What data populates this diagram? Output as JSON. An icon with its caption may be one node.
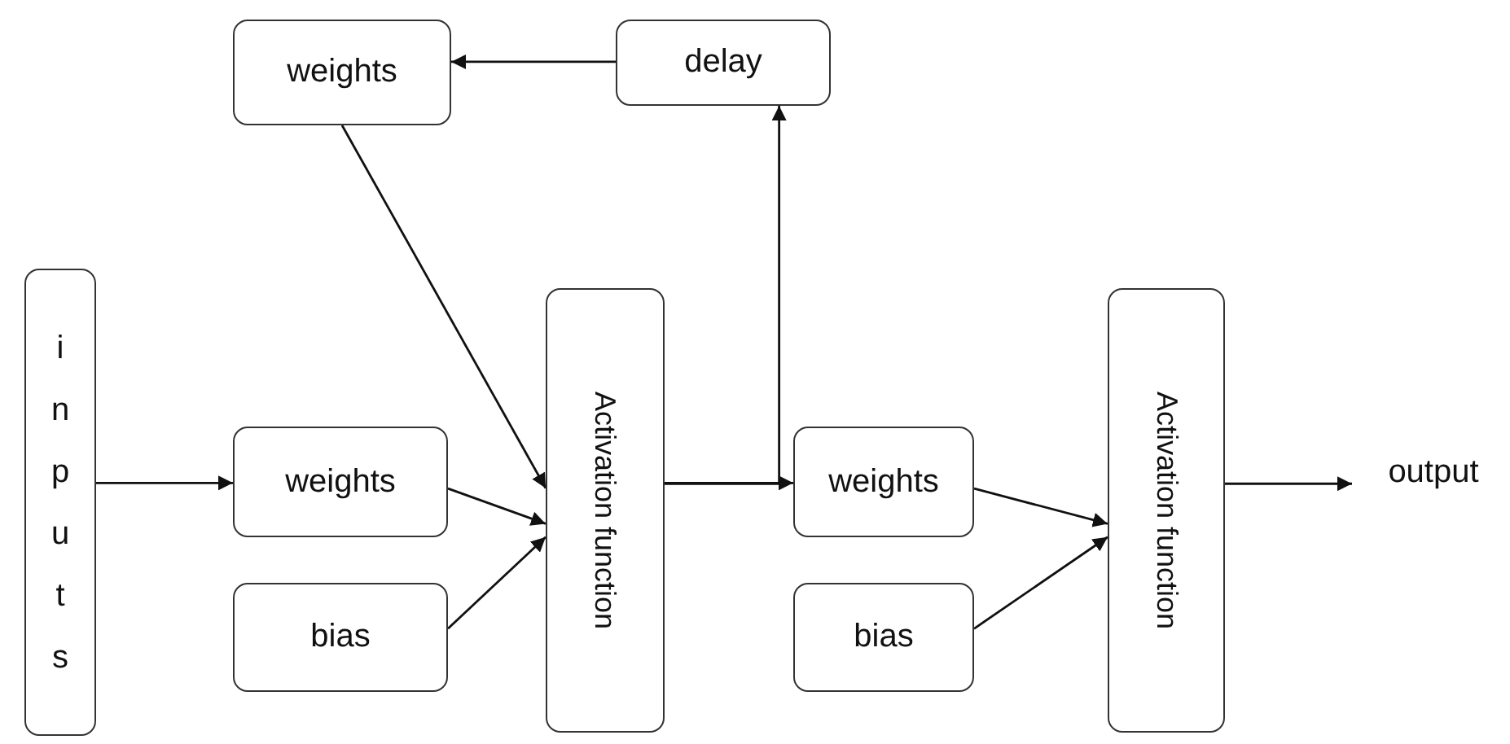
{
  "diagram": {
    "nodes": [
      {
        "text": [
          "inputs"
        ]
      },
      {
        "text": [
          "weights"
        ]
      },
      {
        "text": [
          "delay"
        ]
      },
      {
        "text": [
          "weights"
        ]
      },
      {
        "text": [
          "bias"
        ]
      },
      {
        "text": [
          "Activation function"
        ]
      },
      {
        "text": [
          "weights"
        ]
      },
      {
        "text": [
          "bias"
        ]
      },
      {
        "text": [
          "Activation function"
        ]
      },
      {
        "text": [
          "output"
        ]
      }
    ],
    "edges": [
      {
        "from": 0,
        "to": 3,
        "arrow": "to"
      },
      {
        "from": 1,
        "to": 5,
        "arrow": "to"
      },
      {
        "from": 3,
        "to": 5,
        "arrow": "to"
      },
      {
        "from": 4,
        "to": 5,
        "arrow": "to"
      },
      {
        "from": 5,
        "to": 6,
        "arrow": "to"
      },
      {
        "from": 5,
        "to": 2,
        "arrow": "to"
      },
      {
        "from": 2,
        "to": 1,
        "arrow": "to"
      },
      {
        "from": 6,
        "to": 8,
        "arrow": "to"
      },
      {
        "from": 7,
        "to": 8,
        "arrow": "to"
      },
      {
        "from": 8,
        "to": 9,
        "arrow": "to"
      }
    ]
  }
}
